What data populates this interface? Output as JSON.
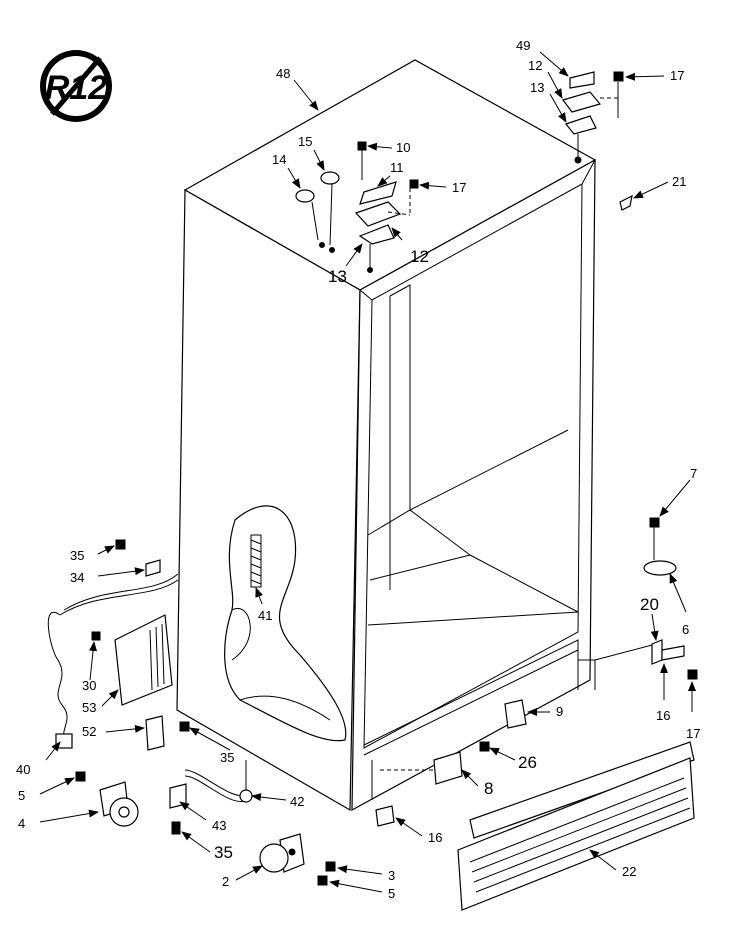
{
  "badge": {
    "text": "R12"
  },
  "callouts": [
    {
      "id": "48",
      "text": "48"
    },
    {
      "id": "49",
      "text": "49"
    },
    {
      "id": "12a",
      "text": "12"
    },
    {
      "id": "13a",
      "text": "13"
    },
    {
      "id": "17a",
      "text": "17"
    },
    {
      "id": "21",
      "text": "21"
    },
    {
      "id": "15",
      "text": "15"
    },
    {
      "id": "14",
      "text": "14"
    },
    {
      "id": "10",
      "text": "10"
    },
    {
      "id": "11",
      "text": "11"
    },
    {
      "id": "17b",
      "text": "17"
    },
    {
      "id": "12b",
      "text": "12"
    },
    {
      "id": "13b",
      "text": "13"
    },
    {
      "id": "7",
      "text": "7"
    },
    {
      "id": "6",
      "text": "6"
    },
    {
      "id": "20",
      "text": "20"
    },
    {
      "id": "16a",
      "text": "16"
    },
    {
      "id": "17c",
      "text": "17"
    },
    {
      "id": "9",
      "text": "9"
    },
    {
      "id": "26",
      "text": "26"
    },
    {
      "id": "8",
      "text": "8"
    },
    {
      "id": "16b",
      "text": "16"
    },
    {
      "id": "22",
      "text": "22"
    },
    {
      "id": "35a",
      "text": "35"
    },
    {
      "id": "34",
      "text": "34"
    },
    {
      "id": "30",
      "text": "30"
    },
    {
      "id": "53",
      "text": "53"
    },
    {
      "id": "52",
      "text": "52"
    },
    {
      "id": "40",
      "text": "40"
    },
    {
      "id": "41",
      "text": "41"
    },
    {
      "id": "35b",
      "text": "35"
    },
    {
      "id": "42",
      "text": "42"
    },
    {
      "id": "43",
      "text": "43"
    },
    {
      "id": "5a",
      "text": "5"
    },
    {
      "id": "4",
      "text": "4"
    },
    {
      "id": "35c",
      "text": "35"
    },
    {
      "id": "2",
      "text": "2"
    },
    {
      "id": "3",
      "text": "3"
    },
    {
      "id": "5b",
      "text": "5"
    }
  ]
}
